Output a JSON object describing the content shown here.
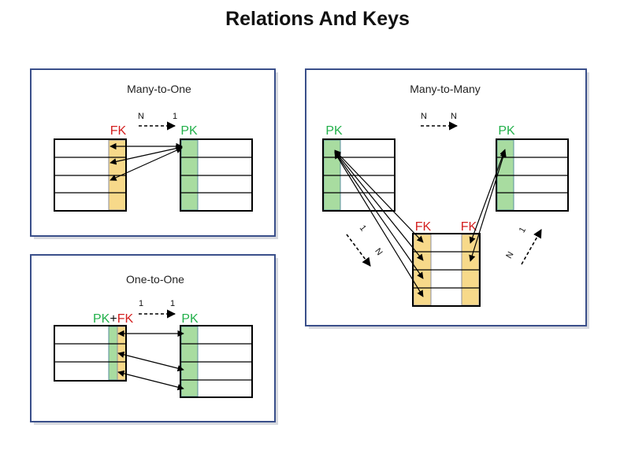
{
  "title": "Relations And Keys",
  "colors": {
    "pk": "#22b04a",
    "fk": "#d42020",
    "pk_column": "#a8dca0",
    "fk_column": "#f7d98a",
    "panel_border": "#3a4f8a"
  },
  "panels": {
    "many_to_one": {
      "title": "Many-to-One",
      "fk_label": "FK",
      "pk_label": "PK",
      "card_left": "N",
      "card_right": "1"
    },
    "one_to_one": {
      "title": "One-to-One",
      "pk_label": "PK",
      "plus": "+",
      "fk_label": "FK",
      "pk_label_right": "PK",
      "card_left": "1",
      "card_right": "1"
    },
    "many_to_many": {
      "title": "Many-to-Many",
      "pk_left": "PK",
      "pk_right": "PK",
      "fk_left": "FK",
      "fk_right": "FK",
      "card_top_left": "N",
      "card_top_right": "N",
      "card_diag_left_1": "1",
      "card_diag_left_n": "N",
      "card_diag_right_n": "N",
      "card_diag_right_1": "1"
    }
  }
}
